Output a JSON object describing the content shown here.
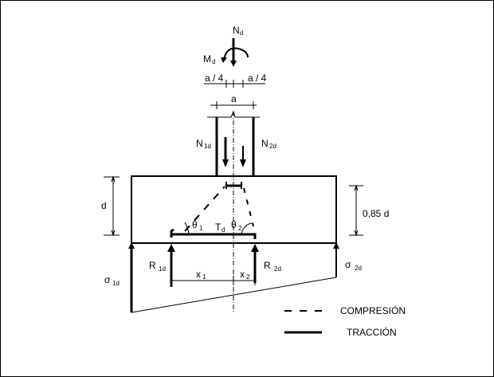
{
  "labels": {
    "nd": "N",
    "nd_sub": "d",
    "md": "M",
    "md_sub": "d",
    "a_quarter_left": "a / 4",
    "a_quarter_right": "a / 4",
    "a": "a",
    "n1d": "N",
    "n1d_sub": "1d",
    "n2d": "N",
    "n2d_sub": "2d",
    "d": "d",
    "d085": "0,85 d",
    "theta1": "θ",
    "theta1_sub": "1",
    "theta2": "θ",
    "theta2_sub": "2",
    "td": "T",
    "td_sub": "d",
    "r1d": "R",
    "r1d_sub": "1d",
    "r2d": "R",
    "r2d_sub": "2d",
    "x1": "x",
    "x1_sub": "1",
    "x2": "x",
    "x2_sub": "2",
    "sigma1d": "σ",
    "sigma1d_sub": "1d",
    "sigma2d": "σ",
    "sigma2d_sub": "2d"
  },
  "legend": {
    "compression": "COMPRESIÓN",
    "tension": "TRACCIÓN"
  }
}
